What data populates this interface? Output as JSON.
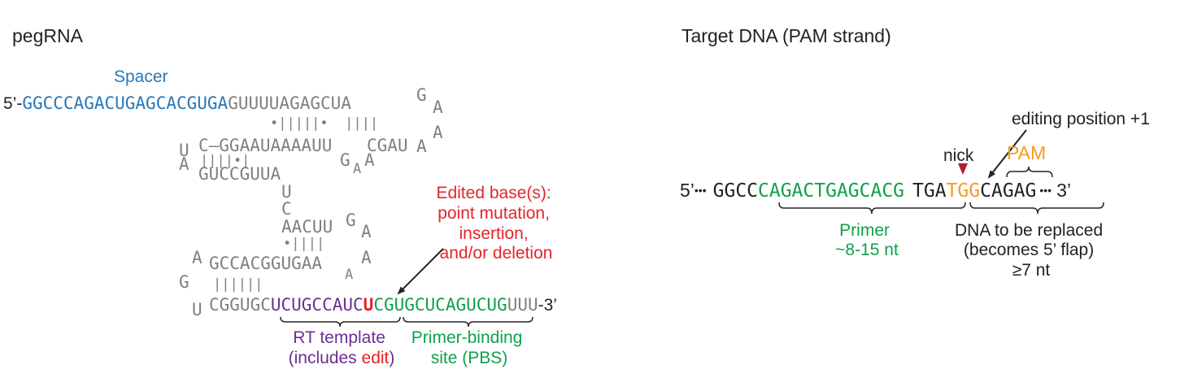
{
  "colors": {
    "black": "#222222",
    "gray": "#808080",
    "spacer_blue": "#2778b9",
    "edit_red": "#e3242b",
    "template_purple": "#6a3093",
    "pbs_green": "#0fa14b",
    "pam_orange": "#f39c1e",
    "nick_red": "#b01c2e"
  },
  "pegrna": {
    "title": "pegRNA",
    "spacer_label": "Spacer",
    "five_prime": "5’-",
    "spacer_seq": "GGCCCAGACUGAGCACGUGA",
    "scaffold_row1": "GUUUUAGAGCUA",
    "loop1_g": "G",
    "loop1_a1": "A",
    "loop1_a2": "A",
    "loop1_a3": "A",
    "pair_row1": "•|||||•  ||||",
    "row3_left": "C–GGAAUAAAAUU",
    "row3_right": "CGAU",
    "bulge_u": "U",
    "bulge_a": "A",
    "pair_row4": "||||•|",
    "loop2_g": "G",
    "loop2_a1": "A",
    "loop2_a2": "A",
    "row5": "GUCCGUUA",
    "linker_u": "U",
    "linker_c": "C",
    "row8": "AACUU",
    "loop3_g": "G",
    "loop3_a1": "A",
    "loop3_a2": "A",
    "pair_row9": "•||||",
    "row10": "GCCACGGUGAA",
    "loop4_a": "A",
    "loop4_g": "G",
    "loop4_u": "U",
    "pair_row11": "||||||",
    "row12_gray": "CGGUGC",
    "rt_seq": "UCUGCCAUC",
    "edit_base": "U",
    "pbs_seq": "CGUGCUCAGUCUG",
    "poly_u": "UUU",
    "three_prime": "-3’",
    "edited_label": [
      "Edited base(s):",
      "point mutation,",
      "insertion,",
      "and/or deletion"
    ],
    "rt_label_line1": "RT template",
    "rt_label_open": "(includes",
    "rt_label_edit": "edit",
    "rt_label_close": ")",
    "pbs_label": [
      "Primer-binding",
      "site (PBS)"
    ]
  },
  "target": {
    "title": "Target DNA (PAM strand)",
    "editing_label": "editing position +1",
    "nick_label": "nick",
    "pam_label": "PAM",
    "five_prime": "5’",
    "dots": "•••",
    "seq_black1": "GGCC",
    "seq_green": "CAGACTGAGCACG",
    "seq_black2": "TGA",
    "seq_orange": "TGG",
    "seq_black3": "CAGAG",
    "three_prime": "3’",
    "primer_label": [
      "Primer",
      "~8-15 nt"
    ],
    "replaced_label": [
      "DNA to be replaced",
      "(becomes 5’ flap)",
      "≥7 nt"
    ]
  }
}
